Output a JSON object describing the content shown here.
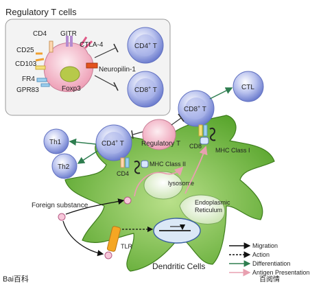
{
  "inset": {
    "title": "Regulatory T cells",
    "markers": [
      "CD4",
      "GITR",
      "CTLA-4",
      "CD25",
      "CD103",
      "FR4",
      "GPR83"
    ],
    "nucleus_label": "Foxp3",
    "receptor_label": "Neuropilin-1",
    "target_cells": [
      {
        "base": "CD4",
        "sup": "+",
        "tail": " T"
      },
      {
        "base": "CD8",
        "sup": "+",
        "tail": " T"
      }
    ]
  },
  "cells": {
    "cd8_t": {
      "base": "CD8",
      "sup": "+",
      "tail": " T"
    },
    "ctl": "CTL",
    "cd4_t": {
      "base": "CD4",
      "sup": "+",
      "tail": " T"
    },
    "th1": "Th1",
    "th2": "Th2",
    "regulatory_t": "Regulatory T"
  },
  "labels": {
    "cd8": "CD8",
    "cd4": "CD4",
    "mhc1": "MHC Class I",
    "mhc2": "MHC Class II",
    "lysosome": "lysosome",
    "er_line1": "Endoplasmic",
    "er_line2": "Reticulum",
    "foreign": "Foreign substance",
    "tlr": "TLR",
    "dendritic": "Dendritic Cells"
  },
  "legend": [
    {
      "label": "Migration",
      "color": "#111111"
    },
    {
      "label": "Action",
      "color": "#111111"
    },
    {
      "label": "Differentiation",
      "color": "#2e7d4f"
    },
    {
      "label": "Antigen Presentation",
      "color": "#e8a0b0"
    }
  ],
  "colors": {
    "dendritic": "#7bc043",
    "t_cell": "#7f8fd6",
    "treg": "#f2b6c6",
    "differentiation": "#2e7d4f",
    "antigen": "#e8a0b0"
  },
  "watermark": {
    "left": "Bai百科",
    "right": "百阅情"
  }
}
